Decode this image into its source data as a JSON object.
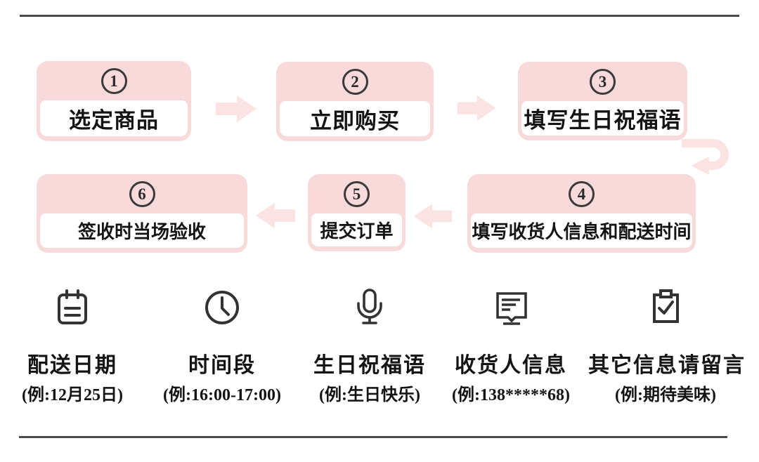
{
  "page": {
    "background": "#ffffff",
    "box_pink": "#f8dada",
    "arrow_pink": "#fbe3e3",
    "rule_color": "#4a4a4a",
    "icon_color": "#333333",
    "text_color": "#141414"
  },
  "flow": {
    "steps": [
      {
        "number": "1",
        "label": "选定商品"
      },
      {
        "number": "2",
        "label": "立即购买"
      },
      {
        "number": "3",
        "label": "填写生日祝福语"
      },
      {
        "number": "4",
        "label": "填写收货人信息和配送时间"
      },
      {
        "number": "5",
        "label": "提交订单"
      },
      {
        "number": "6",
        "label": "签收时当场验收"
      }
    ]
  },
  "legend": {
    "items": [
      {
        "icon": "calendar-icon",
        "label": "配送日期",
        "example": "(例:12月25日)"
      },
      {
        "icon": "clock-icon",
        "label": "时间段",
        "example": "(例:16:00-17:00)"
      },
      {
        "icon": "microphone-icon",
        "label": "生日祝福语",
        "example": "(例:生日快乐)"
      },
      {
        "icon": "message-icon",
        "label": "收货人信息",
        "example": "(例:138*****68)"
      },
      {
        "icon": "clipboard-check-icon",
        "label": "其它信息请留言",
        "example": "(例:期待美味)"
      }
    ]
  }
}
